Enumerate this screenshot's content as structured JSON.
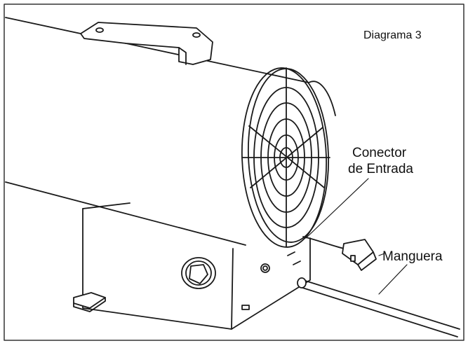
{
  "diagram": {
    "title": "Diagrama 3",
    "labels": {
      "connector_line1": "Conector",
      "connector_line2": "de Entrada",
      "hose": "Manguera"
    }
  },
  "colors": {
    "stroke": "#1a1a1a",
    "background": "#ffffff",
    "frame": "#333333"
  }
}
